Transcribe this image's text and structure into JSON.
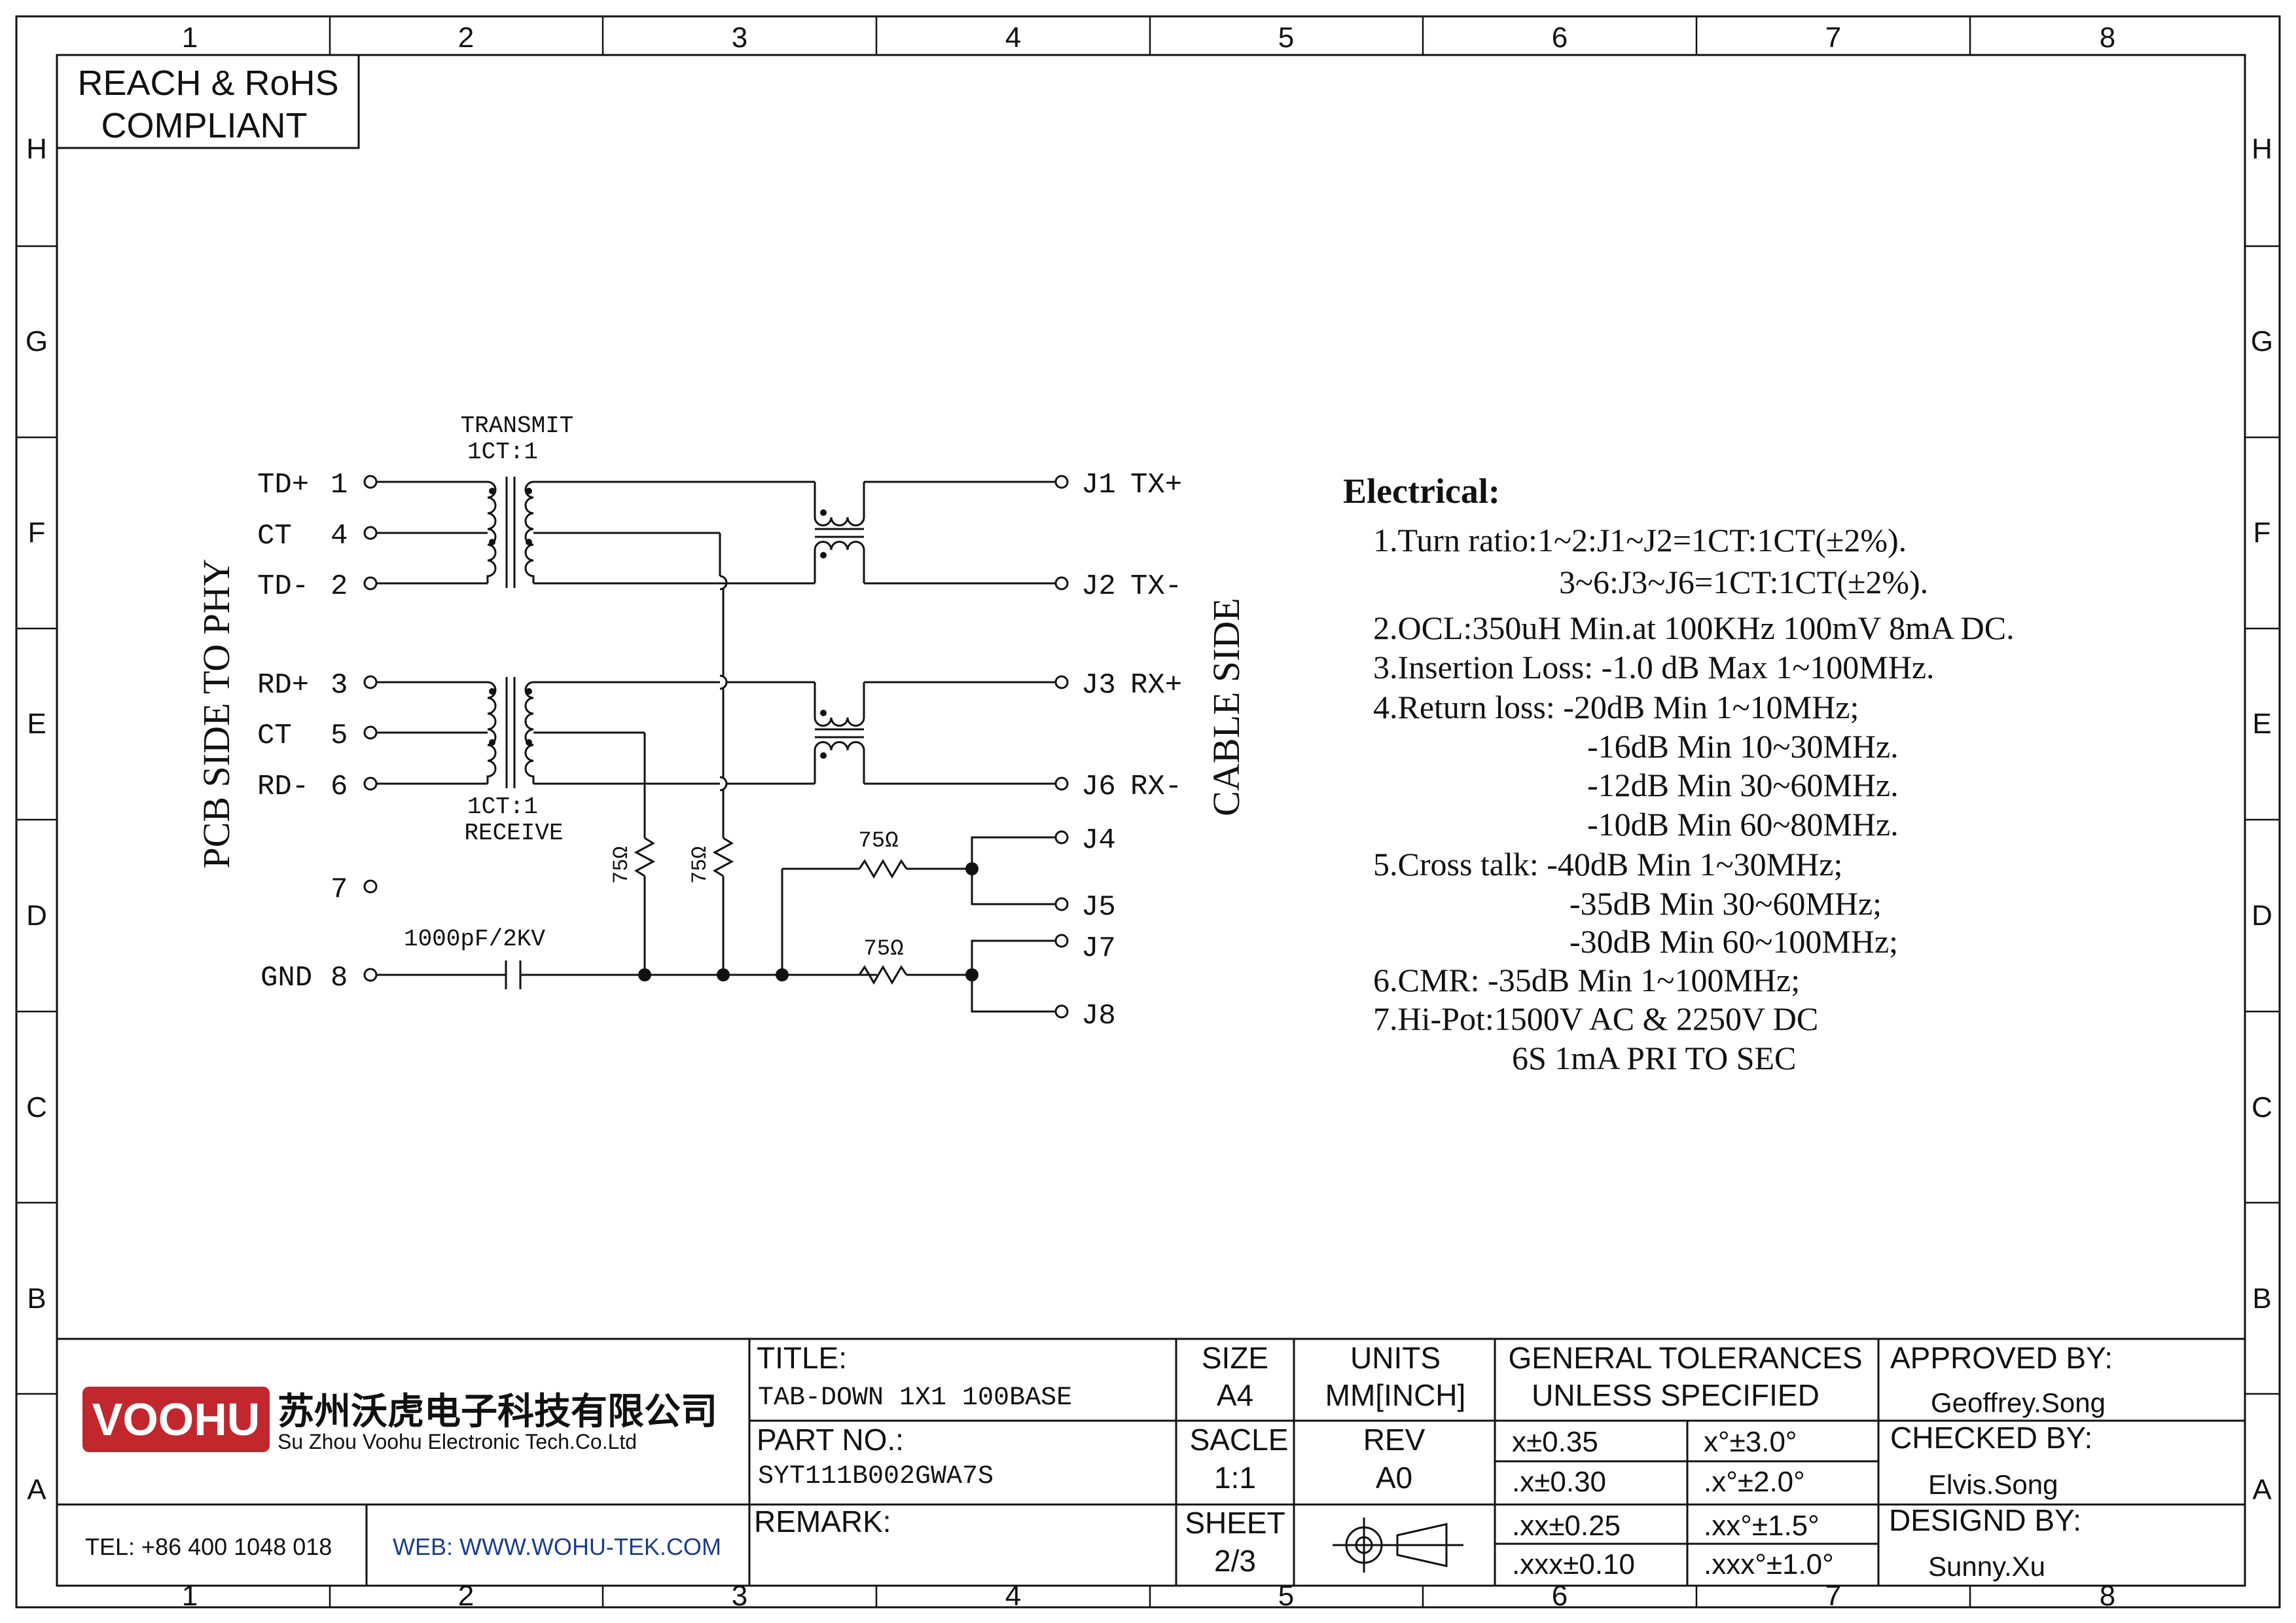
{
  "border": {
    "columns": [
      "1",
      "2",
      "3",
      "4",
      "5",
      "6",
      "7",
      "8"
    ],
    "rows": [
      "H",
      "G",
      "F",
      "E",
      "D",
      "C",
      "B",
      "A"
    ]
  },
  "compliance": {
    "line1": "REACH & RoHS",
    "line2": "COMPLIANT"
  },
  "schematic": {
    "pcb_side_label": "PCB SIDE TO PHY",
    "cable_side_label": "CABLE SIDE",
    "transmit_label": "TRANSMIT",
    "transmit_ratio": "1CT:1",
    "receive_ratio": "1CT:1",
    "receive_label": "RECEIVE",
    "capacitor_label": "1000pF/2KV",
    "resistor_label": "75Ω",
    "left_pins": [
      {
        "name": "TD+",
        "num": "1"
      },
      {
        "name": "CT",
        "num": "4"
      },
      {
        "name": "TD-",
        "num": "2"
      },
      {
        "name": "RD+",
        "num": "3"
      },
      {
        "name": "CT",
        "num": "5"
      },
      {
        "name": "RD-",
        "num": "6"
      },
      {
        "name": "",
        "num": "7"
      },
      {
        "name": "GND",
        "num": "8"
      }
    ],
    "right_pins": [
      {
        "name": "J1",
        "sig": "TX+"
      },
      {
        "name": "J2",
        "sig": "TX-"
      },
      {
        "name": "J3",
        "sig": "RX+"
      },
      {
        "name": "J6",
        "sig": "RX-"
      },
      {
        "name": "J4",
        "sig": ""
      },
      {
        "name": "J5",
        "sig": ""
      },
      {
        "name": "J7",
        "sig": ""
      },
      {
        "name": "J8",
        "sig": ""
      }
    ]
  },
  "electrical": {
    "heading": "Electrical:",
    "lines": [
      "1.Turn ratio:1~2:J1~J2=1CT:1CT(±2%).",
      "3~6:J3~J6=1CT:1CT(±2%).",
      "2.OCL:350uH Min.at 100KHz 100mV 8mA DC.",
      "3.Insertion Loss: -1.0 dB Max 1~100MHz.",
      "4.Return loss: -20dB Min 1~10MHz;",
      "-16dB Min 10~30MHz.",
      "-12dB Min 30~60MHz.",
      "-10dB Min 60~80MHz.",
      "5.Cross talk: -40dB Min 1~30MHz;",
      "-35dB Min 30~60MHz;",
      "-30dB Min 60~100MHz;",
      "6.CMR: -35dB Min 1~100MHz;",
      "7.Hi-Pot:1500V AC & 2250V DC",
      "6S 1mA PRI TO SEC"
    ]
  },
  "title_block": {
    "logo_text": "VOOHU",
    "company_cn": "苏州沃虎电子科技有限公司",
    "company_en": "Su Zhou Voohu Electronic Tech.Co.Ltd",
    "tel": "TEL: +86 400 1048 018",
    "web": "WEB: WWW.WOHU-TEK.COM",
    "title_label": "TITLE:",
    "title_value": "TAB-DOWN 1X1 100BASE",
    "part_label": "PART NO.:",
    "part_value": "SYT111B002GWA7S",
    "remark_label": "REMARK:",
    "size_label": "SIZE",
    "size_value": "A4",
    "units_label": "UNITS",
    "units_value": "MM[INCH]",
    "scale_label": "SACLE",
    "scale_value": "1:1",
    "rev_label": "REV",
    "rev_value": "A0",
    "sheet_label": "SHEET",
    "sheet_value": "2/3",
    "tolerance_title_1": "GENERAL TOLERANCES",
    "tolerance_title_2": "UNLESS SPECIFIED",
    "tolerances": [
      "x±0.35",
      "x°±3.0°",
      ".x±0.30",
      ".x°±2.0°",
      ".xx±0.25",
      ".xx°±1.5°",
      ".xxx±0.10",
      ".xxx°±1.0°"
    ],
    "approved_label": "APPROVED BY:",
    "approved_value": "Geoffrey.Song",
    "checked_label": "CHECKED BY:",
    "checked_value": "Elvis.Song",
    "designed_label": "DESIGND BY:",
    "designed_value": "Sunny.Xu"
  }
}
